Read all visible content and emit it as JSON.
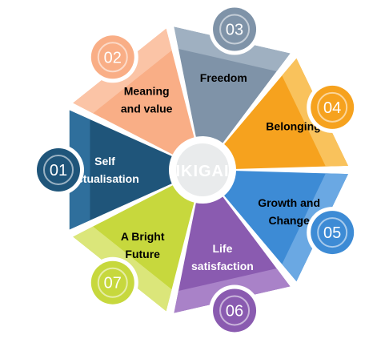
{
  "diagram": {
    "center": {
      "title": "IKIGAI",
      "fill": "#e9ebec",
      "title_color": "#ffffff"
    },
    "segments": [
      {
        "number": "01",
        "label_lines": [
          "Self",
          "actualisation"
        ],
        "color": "#1f557a",
        "light": "#2f6f9c",
        "text_color": "#ffffff"
      },
      {
        "number": "02",
        "label_lines": [
          "Meaning",
          "and value"
        ],
        "color": "#f9ae86",
        "light": "#fbc4a6",
        "text_color": "#000000"
      },
      {
        "number": "03",
        "label_lines": [
          "Freedom"
        ],
        "color": "#7f93a8",
        "light": "#9fb0c1",
        "text_color": "#000000"
      },
      {
        "number": "04",
        "label_lines": [
          "Belonging"
        ],
        "color": "#f6a21e",
        "light": "#f9c25c",
        "text_color": "#000000"
      },
      {
        "number": "05",
        "label_lines": [
          "Growth and",
          "Change"
        ],
        "color": "#3d8bd5",
        "light": "#6aa8e3",
        "text_color": "#000000"
      },
      {
        "number": "06",
        "label_lines": [
          "Life",
          "satisfaction"
        ],
        "color": "#8a5bb0",
        "light": "#a982c8",
        "text_color": "#ffffff"
      },
      {
        "number": "07",
        "label_lines": [
          "A Bright",
          "Future"
        ],
        "color": "#c7d83d",
        "light": "#dbe67a",
        "text_color": "#000000"
      }
    ]
  }
}
